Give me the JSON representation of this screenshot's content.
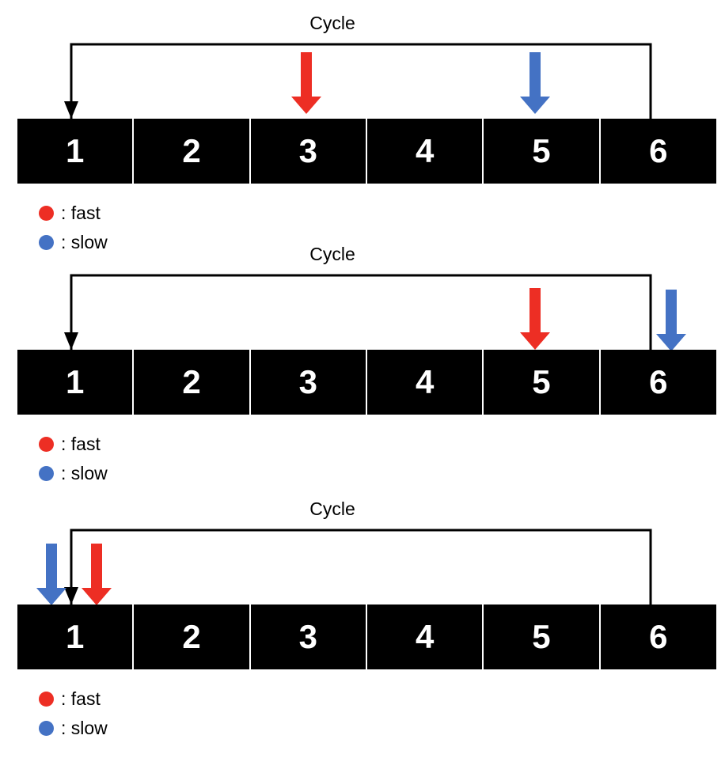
{
  "figure": {
    "background": "#ffffff",
    "cell_fill": "#000000",
    "cell_text_color": "#ffffff",
    "bracket_color": "#000000",
    "fast_color": "#ED2E24",
    "slow_color": "#4472C4"
  },
  "legend": {
    "fast": {
      "marker": "red-circle",
      "label": ": fast",
      "color": "#ED2E24"
    },
    "slow": {
      "marker": "blue-circle",
      "label": ": slow",
      "color": "#4472C4"
    }
  },
  "panels": [
    {
      "id": "panel-1",
      "cycle_label": "Cycle",
      "cells": [
        "1",
        "2",
        "3",
        "4",
        "5",
        "6"
      ],
      "fast_pointer_cell": "3",
      "slow_pointer_cell": "5",
      "legend": [
        {
          "marker": "red-circle",
          "label": ": fast"
        },
        {
          "marker": "blue-circle",
          "label": ": slow"
        }
      ]
    },
    {
      "id": "panel-2",
      "cycle_label": "Cycle",
      "cells": [
        "1",
        "2",
        "3",
        "4",
        "5",
        "6"
      ],
      "fast_pointer_cell": "5",
      "slow_pointer_cell": "after-6",
      "legend": [
        {
          "marker": "red-circle",
          "label": ": fast"
        },
        {
          "marker": "blue-circle",
          "label": ": slow"
        }
      ]
    },
    {
      "id": "panel-3",
      "cycle_label": "Cycle",
      "cells": [
        "1",
        "2",
        "3",
        "4",
        "5",
        "6"
      ],
      "fast_pointer_cell": "1",
      "slow_pointer_cell": "before-1",
      "legend": [
        {
          "marker": "red-circle",
          "label": ": fast"
        },
        {
          "marker": "blue-circle",
          "label": ": slow"
        }
      ]
    }
  ]
}
